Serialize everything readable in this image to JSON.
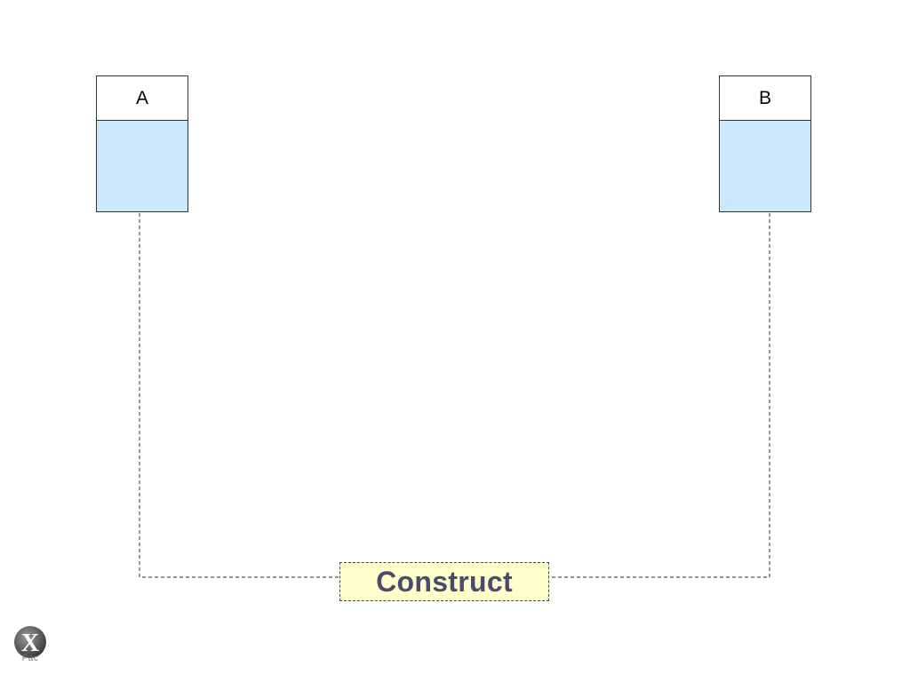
{
  "diagram": {
    "nodes": [
      {
        "id": "A",
        "label": "A"
      },
      {
        "id": "B",
        "label": "B"
      }
    ],
    "connector": {
      "from": "A",
      "to": "B",
      "style": "dashed",
      "label": "Construct"
    }
  },
  "logo": {
    "letter": "X",
    "text": "Pac"
  },
  "colors": {
    "node_body": "#cce8fc",
    "node_border": "#333333",
    "construct_fill": "#ffffcc",
    "construct_text": "#4a4a6e",
    "connector_line": "#555555"
  }
}
